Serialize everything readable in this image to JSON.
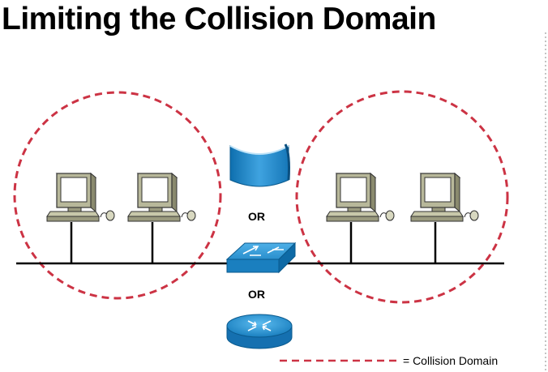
{
  "title": "Limiting the Collision Domain",
  "connectors": [
    "OR",
    "OR"
  ],
  "legend": {
    "label": "= Collision Domain"
  },
  "devices": {
    "computers": [
      "workstation",
      "workstation",
      "workstation",
      "workstation"
    ],
    "segmenters": [
      "bridge",
      "switch",
      "router"
    ]
  },
  "colors": {
    "collision_domain": "#cc3344",
    "device_blue": "#2a8fcc",
    "computer_body": "#b8b89a",
    "cable": "#000000"
  }
}
